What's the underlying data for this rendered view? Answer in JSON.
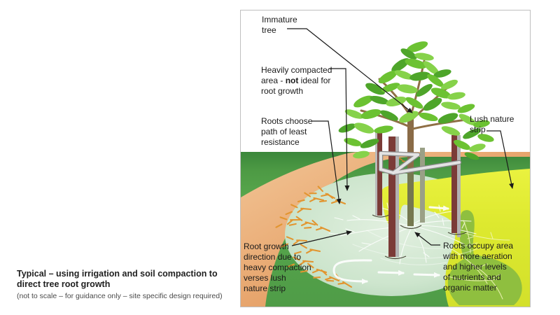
{
  "caption": {
    "title_line1": "Typical – using irrigation and soil compaction to",
    "title_line2": "direct tree root growth",
    "note": "(not to scale – for guidance only – site specific design required)"
  },
  "diagram": {
    "labels": {
      "immature_tree": "Immature\ntree",
      "heavily_compacted": {
        "line1": "Heavily compacted",
        "line2_pre": "area - ",
        "line2_bold": "not",
        "line2_post": " ideal for",
        "line3": "root growth"
      },
      "roots_choose": "Roots choose\npath of least\nresistance",
      "lush_nature_strip": "Lush nature\nstrip",
      "root_growth_direction": "Root growth\ndirection due to\nheavy compaction\nverses lush\nnature strip",
      "roots_occupy": "Roots occupy area\nwith more aeration\nand higher levels\nof nutrients and\norganic matter"
    },
    "icons": {
      "leader_arrowhead": "black-arrowhead-triangle",
      "root_flow_arrow": "white-arrow-right"
    },
    "colors": {
      "sky": "#ffffff",
      "grass_dark": "#3a873a",
      "grass_light": "#58a74d",
      "path_tan": "#e6a269",
      "path_tan_light": "#f2c596",
      "horizon_strip": "#cfa67c",
      "mint_center": "#e2f0e0",
      "mint_edge": "#b7d7ba",
      "lush_yellow_bright": "#eaf23f",
      "lush_yellow": "#d3e02b",
      "roots_blob_green": "#8fbf3f",
      "foliage_greens": [
        "#6cc232",
        "#4ea52a",
        "#86d24a",
        "#43991f"
      ],
      "trunk_brown": "#8a6b47",
      "trunk_lower": "#75784f",
      "stake_maroon": "#7b3b37",
      "stake_grey": "#b2b2b2",
      "rear_stake_grey": "#9aa086",
      "frame_light": "#e3e3e3",
      "frame_edge": "#8a8a8a",
      "root_orange": "#e2952f",
      "root_white": "#ffffff",
      "label_black": "#1a1a1a",
      "panel_border": "#bfbfbf"
    }
  }
}
